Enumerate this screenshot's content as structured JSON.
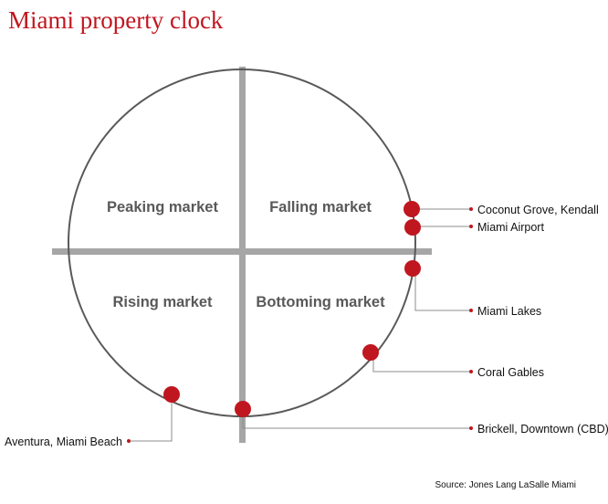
{
  "title": "Miami property clock",
  "source": "Source: Jones Lang LaSalle Miami",
  "colors": {
    "title": "#c0161f",
    "marker": "#c0161f",
    "axis": "#a6a6a6",
    "circle": "#595959",
    "quadrant_text": "#595959"
  },
  "quadrants": {
    "top_left": "Peaking market",
    "top_right": "Falling market",
    "bottom_left": "Rising market",
    "bottom_right": "Bottoming market"
  },
  "locations": [
    "Coconut Grove, Kendall",
    "Miami Airport",
    "Miami Lakes",
    "Coral Gables",
    "Brickell, Downtown (CBD)",
    "Aventura, Miami Beach"
  ]
}
